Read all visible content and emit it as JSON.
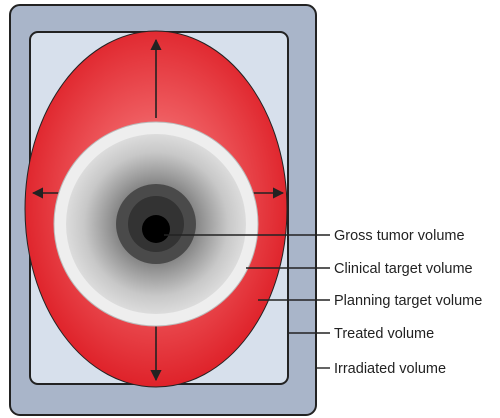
{
  "labels": {
    "gross_tumor": "Gross tumor volume",
    "clinical_target": "Clinical target volume",
    "planning_target": "Planning target volume",
    "treated": "Treated volume",
    "irradiated": "Irradiated volume"
  },
  "colors": {
    "outer_frame": "#a9b5c9",
    "inner_panel": "#d7e0ec",
    "treated_red": "#e6232a",
    "treated_red_light": "#f07a7a",
    "ptv_light_gray": "#eeeeee",
    "ctv_gray": "#b5b5b5",
    "gtv_dark_gray": "#555555",
    "core_black": "#000000",
    "outline": "#222222"
  }
}
